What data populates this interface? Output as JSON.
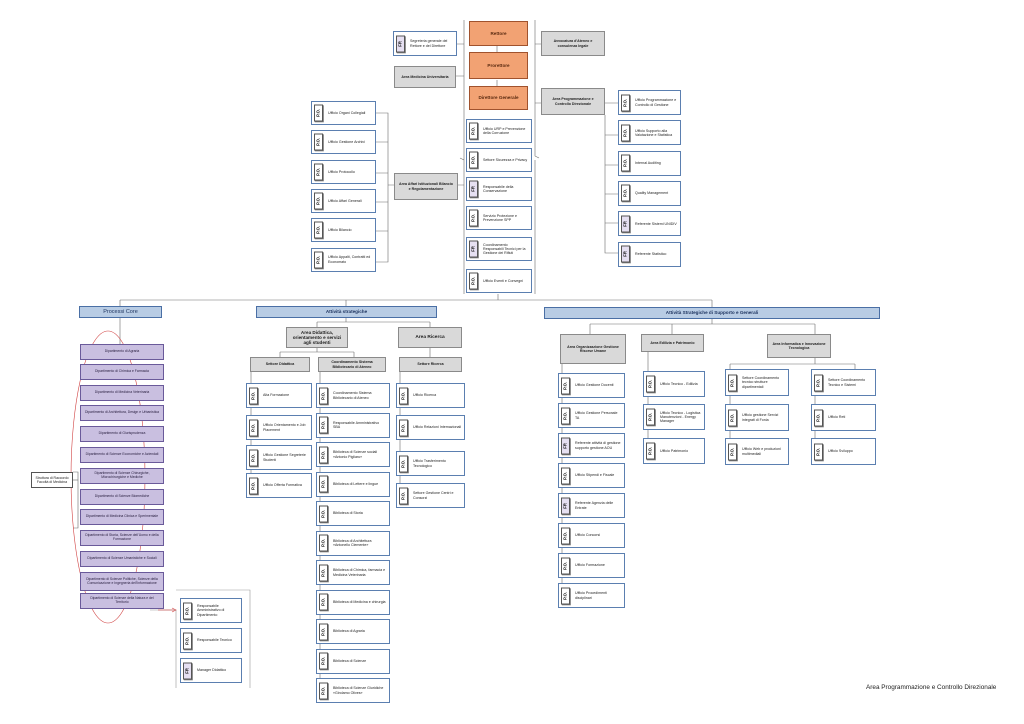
{
  "footer": "Area Programmazione e Controllo Direzionale",
  "badges": {
    "po": "P.O.",
    "fr": "FR"
  },
  "top": {
    "rettore": "Rettore",
    "prorettore": "Prorettore",
    "direttore": "Direttore Generale",
    "segreteria": "Segreteria generale del Rettore e del Direttore",
    "medicina": "Area Medicina Universitaria",
    "avvocatura": "Avvocatura d'Ateneo e consulenza legale",
    "affari": "Area Affari Istituzionali Bilancio e Regolamentazione",
    "programmazione": "Area Programmazione e Controllo Direzionale"
  },
  "affari_items": [
    "Ufficio Organi Collegiali",
    "Ufficio Gestione Archivi",
    "Ufficio Protocollo",
    "Ufficio Affari Generali",
    "Ufficio Bilancio",
    "Ufficio Appalti, Contratti ed Economato"
  ],
  "direttore_items": [
    "Ufficio URP e Prevenzione della Corruzione",
    "Settore Sicurezza e Privacy",
    "Responsabile della Conservazione",
    "Servizio Protezione e Prevenzione SPP",
    "Coordinamento Responsabili Tecnici per la Gestione dei Rifiuti",
    "Ufficio Eventi e Convegni"
  ],
  "prog_items": [
    "Ufficio Programmazione e Controllo di Gestione",
    "Ufficio Supporto alla Valutazione e Statistica",
    "Internal Auditing",
    "Quality Management",
    "Referente Sistemi UNIDIV",
    "Referente Statistico"
  ],
  "processi": {
    "title": "Processi Core",
    "departments": [
      "Dipartimento di Agraria",
      "Dipartimento di Chimica e Farmacia",
      "Dipartimento di Medicina Veterinaria",
      "Dipartimento di Architettura, Design e Urbanistica",
      "Dipartimento di Giurisprudenza",
      "Dipartimento di Scienze Economiche e Aziendali",
      "Dipartimento di Scienze Chirurgiche, Microchirurgiche e Mediche",
      "Dipartimento di Scienze Biomediche",
      "Dipartimento di Medicina Clinica e Sperimentale",
      "Dipartimento di Storia, Scienze dell'Uomo e della Formazione",
      "Dipartimento di Scienze Umanistiche e Sociali",
      "Dipartimento di Scienze Politiche, Scienze della Comunicazione e Ingegneria dell'Informazione",
      "Dipartimento di Scienze della Natura e del Territorio"
    ],
    "struttura": "Struttura di Raccordo Facoltà di Medicina",
    "dept_roles": [
      "Responsabile Amministrativo di Dipartimento",
      "Responsabile Tecnico",
      "Manager Didattico"
    ]
  },
  "strategiche": {
    "title": "Attività strategiche",
    "didattica": "Area Didattica, orientamento e servizi agli studenti",
    "ricerca": "Area Ricerca",
    "settore_didattica": "Settore Didattica",
    "coord_biblio": "Coordinamento Sistema Bibliotecario di Ateneo",
    "settore_ricerca": "Settore Ricerca",
    "didattica_items": [
      "Alta Formazione",
      "Ufficio Orientamento e Job Placement",
      "Ufficio Gestione Segreterie Studenti",
      "Ufficio Offerta Formativa"
    ],
    "biblio_items": [
      "Coordinamento Sistema Bibliotecario di Ateneo",
      "Responsabile Amministrativo SBA",
      "Biblioteca di Scienze sociali «Antonio Pigliaru»",
      "Biblioteca di Lettere e lingue",
      "Biblioteca di Storia",
      "Biblioteca di Architettura «Antonello Clemente»",
      "Biblioteca di Chimica, farmacia e Medicina Veterinaria",
      "Biblioteca di Medicina e chirurgia",
      "Biblioteca di Agraria",
      "Biblioteca di Scienze",
      "Biblioteca di Scienze Giuridiche «Girolamo Olives»"
    ],
    "ricerca_items": [
      "Ufficio Ricerca",
      "Ufficio Relazioni Internazionali",
      "Ufficio Trasferimento Tecnologico",
      "Settore Gestione Centri e Consorzi"
    ]
  },
  "supporto": {
    "title": "Attività Strategiche di Supporto e Generali",
    "risorse": "Area Organizzazione Gestione Risorse Umane",
    "edilizia": "Area Edilizia e Patrimonio",
    "informatica": "Area Informatica e Innovazione Tecnologica",
    "risorse_items": [
      "Ufficio Gestione Docenti",
      "Ufficio Gestione Personale TA",
      "Referente attività di gestione supporto gestione AOU",
      "Ufficio Stipendi e Fiscale",
      "Referente Agenzia delle Entrate",
      "Ufficio Concorsi",
      "Ufficio Formazione",
      "Ufficio Procedimenti disciplinari"
    ],
    "edilizia_items": [
      "Ufficio Tecnico - Edilizia",
      "Ufficio Tecnico - Logistica Manutenzioni - Energy Manager",
      "Ufficio Patrimonio"
    ],
    "info_left_items": [
      "Settore Coordinamento tecnico strutture dipartimentali",
      "Ufficio gestione Servizi integrati di Fonia",
      "Ufficio Web e produzioni multimediali"
    ],
    "info_right_items": [
      "Settore Coordinamento Tecnico e Sistemi",
      "Ufficio Reti",
      "Ufficio Sviluppo"
    ]
  }
}
